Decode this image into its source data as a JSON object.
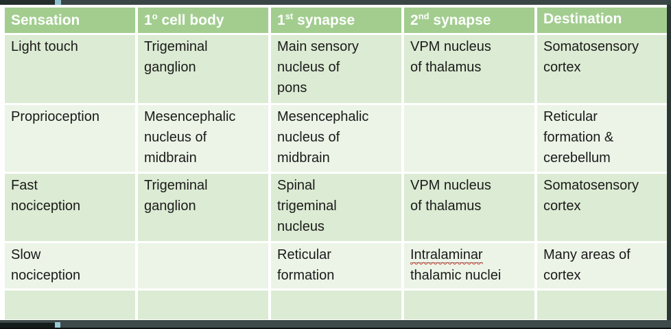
{
  "colors": {
    "header_green": "#a2cd8f",
    "row_band_dark": "#dcebd3",
    "row_band_light": "#ebf4e6",
    "chrome_bar": "#3a4645",
    "chrome_bar_dark_segment": "#1a2322",
    "handle_blue": "#8fc0cd",
    "spellcheck_red": "#d0342c",
    "header_text": "#ffffff",
    "body_text": "#1a1a1a"
  },
  "table": {
    "headers": [
      {
        "pre": "Sensation",
        "sup": "",
        "post": ""
      },
      {
        "pre": "1",
        "sup": "o",
        "post": " cell body"
      },
      {
        "pre": "1",
        "sup": "st",
        "post": " synapse"
      },
      {
        "pre": "2",
        "sup": "nd",
        "post": " synapse"
      },
      {
        "pre": "Destination",
        "sup": "",
        "post": ""
      }
    ],
    "rows": [
      {
        "cells": [
          "Light touch",
          "Trigeminal\nganglion",
          "Main sensory\nnucleus of\npons",
          "VPM nucleus\nof thalamus",
          "Somatosensory\ncortex"
        ]
      },
      {
        "cells": [
          "Proprioception",
          "Mesencephalic\nnucleus of\nmidbrain",
          "Mesencephalic\nnucleus of\nmidbrain",
          "",
          "Reticular\nformation &\ncerebellum"
        ]
      },
      {
        "cells": [
          "Fast\nnociception",
          "Trigeminal\nganglion",
          "Spinal\ntrigeminal\nnucleus",
          "VPM nucleus\nof thalamus",
          "Somatosensory\ncortex"
        ]
      },
      {
        "cells": [
          "Slow\nnociception",
          "",
          "Reticular\nformation",
          "Intralaminar\nthalamic nuclei",
          "Many areas of\ncortex"
        ]
      },
      {
        "cells": [
          "",
          "",
          "",
          "",
          ""
        ]
      }
    ],
    "spellcheck": {
      "word": "Intralaminar",
      "rest": "\nthalamic nuclei"
    }
  }
}
